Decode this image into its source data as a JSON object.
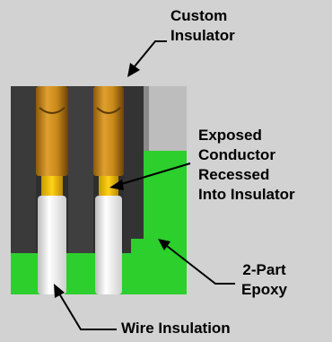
{
  "labels": {
    "custom_insulator": [
      "Custom",
      "Insulator"
    ],
    "exposed_conductor": [
      "Exposed",
      "Conductor",
      "Recessed",
      "Into Insulator"
    ],
    "epoxy": [
      "2-Part",
      "Epoxy"
    ],
    "wire_insulation": "Wire Insulation"
  },
  "colors": {
    "background": "#d2d2d2",
    "insulator_body": "#3c3c3c",
    "conductor": "#c98a1a",
    "exposed_tip": "#f2c21a",
    "epoxy": "#2ccf2c",
    "wire_insulation": "#f4f4f4"
  }
}
